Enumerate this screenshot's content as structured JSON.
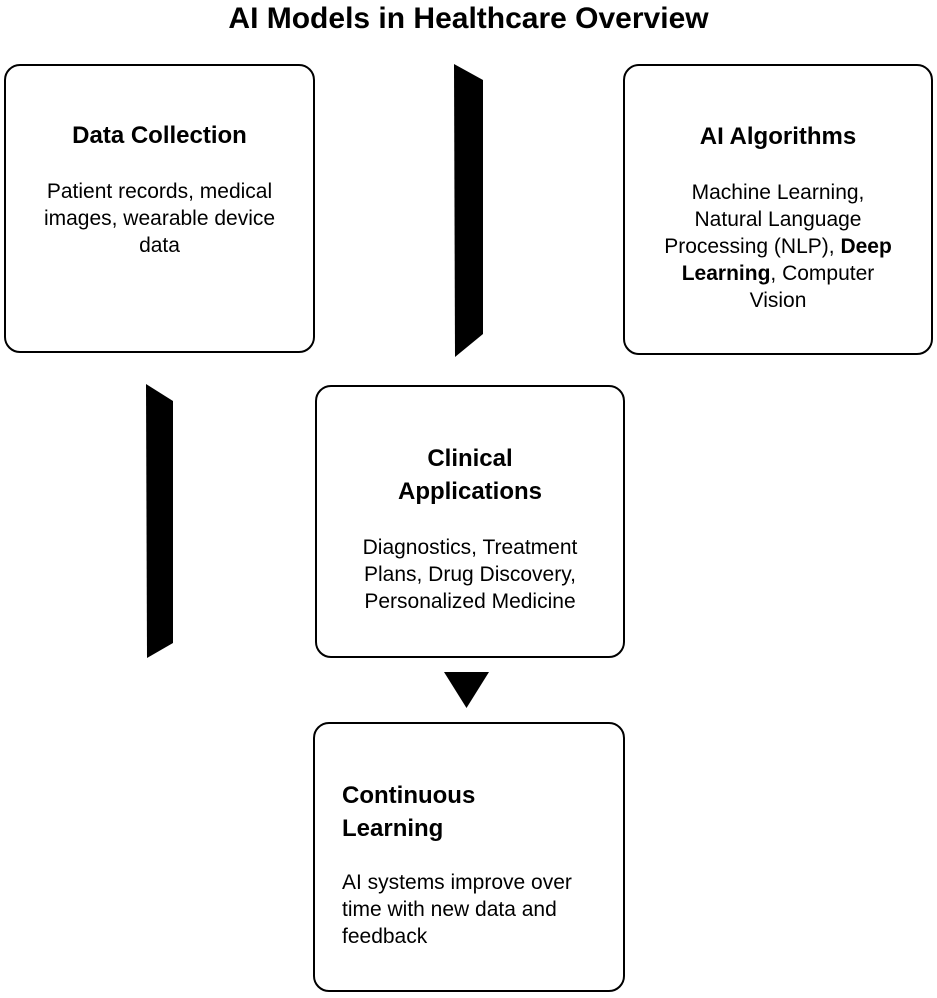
{
  "colors": {
    "ink": "#000000",
    "background": "#ffffff"
  },
  "title": "AI Models in Healthcare Overview",
  "nodes": {
    "data_collection": {
      "heading": "Data Collection",
      "body": "Patient records, medical images, wearable device data"
    },
    "ai_algorithms": {
      "heading": "AI Algorithms",
      "body_pre": "Machine Learning, Natural Language Processing (NLP), ",
      "body_bold": "Deep Learning",
      "body_post": ", Computer Vision"
    },
    "clinical_applications": {
      "heading": "Clinical Applications",
      "body": "Diagnostics, Treatment Plans, Drug Discovery, Personalized Medicine"
    },
    "continuous_learning": {
      "heading": "Continuous Learning",
      "body": "AI systems improve over time with new data and feedback"
    }
  }
}
